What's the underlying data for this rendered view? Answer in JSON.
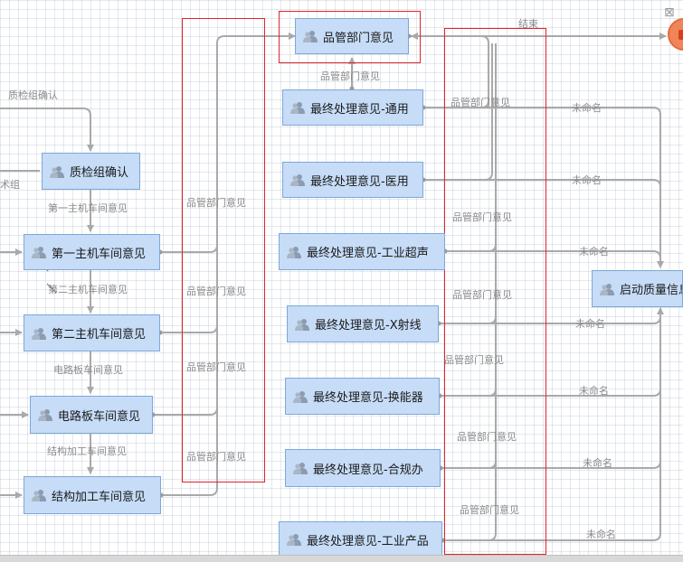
{
  "nodes": {
    "pinguan": "品管部门意见",
    "zhijian": "质检组确认",
    "zhu1": "第一主机车间意见",
    "zhu2": "第二主机车间意见",
    "dianlu": "电路板车间意见",
    "jiegou": "结构加工车间意见",
    "tongyong": "最终处理意见-通用",
    "yiyong": "最终处理意见-医用",
    "chaosheng": "最终处理意见-工业超声",
    "xshe": "最终处理意见-X射线",
    "huanneng": "最终处理意见-换能器",
    "hegui": "最终处理意见-合规办",
    "gongye": "最终处理意见-工业产品",
    "qidong": "启动质量信息"
  },
  "labels": {
    "l_zhijian_top": "质检组确认",
    "l_jishu": "术组",
    "l_zhu1": "第一主机车间意见",
    "l_zhu2": "第二主机车间意见",
    "l_dianlu": "电路板车间意见",
    "l_jiegou": "结构加工车间意见",
    "l_pg_a": "品管部门意见",
    "l_pg_b": "品管部门意见",
    "l_pg_c": "品管部门意见",
    "l_pg_d": "品管部门意见",
    "l_pg_top": "品管部门意见",
    "l_pg_r1": "品管部门意见",
    "l_pg_r2": "品管部门意见",
    "l_pg_r3": "品管部门意见",
    "l_pg_r4": "品管部门意见",
    "l_pg_r5": "品管部门意见",
    "l_pg_r6": "品管部门意见",
    "l_end": "结束",
    "l_wm1": "未命名",
    "l_wm2": "未命名",
    "l_wm3": "未命名",
    "l_wm4": "未命名",
    "l_wm5": "未命名",
    "l_wm6": "未命名",
    "l_wm7": "未命名"
  },
  "window": {
    "close_glyph": "⊠"
  },
  "colors": {
    "node_fill": "#c6dcf7",
    "node_border": "#7fa7d8",
    "edge": "#a9a9a9",
    "highlight_box": "#e0262a"
  }
}
